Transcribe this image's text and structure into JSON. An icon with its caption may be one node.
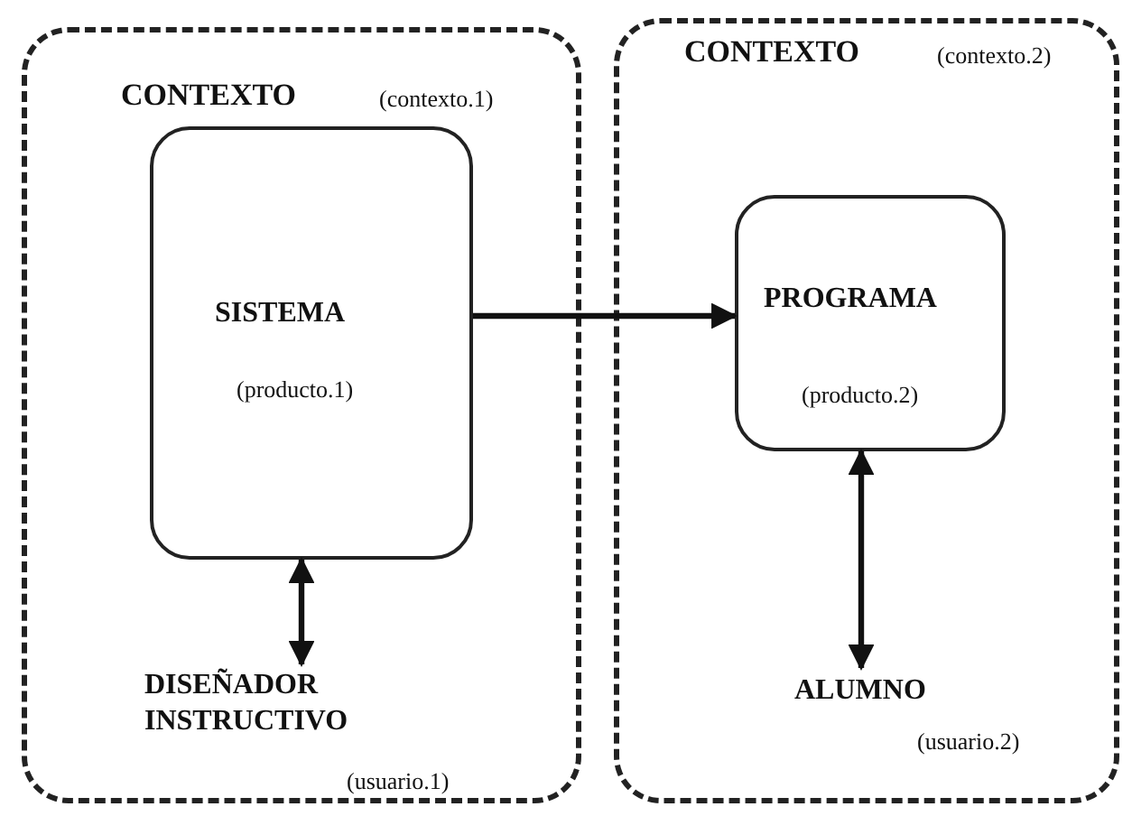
{
  "diagram": {
    "nodes": [
      {
        "text": [
          "CONTEXTO",
          "(contexto.1)"
        ]
      },
      {
        "text": [
          "SISTEMA",
          "(producto.1)"
        ],
        "in": 0
      },
      {
        "text": [
          "DISEÑADOR INSTRUCTIVO",
          "(usuario.1)"
        ],
        "in": 0
      },
      {
        "text": [
          "CONTEXTO",
          "(contexto.2)"
        ]
      },
      {
        "text": [
          "PROGRAMA",
          "(producto.2)"
        ],
        "in": 3
      },
      {
        "text": [
          "ALUMNO",
          "(usuario.2)"
        ],
        "in": 3
      }
    ],
    "edges": [
      {
        "from": 1,
        "to": 4,
        "arrow": "to"
      },
      {
        "from": 1,
        "to": 2,
        "arrow": "both"
      },
      {
        "from": 4,
        "to": 5,
        "arrow": "both"
      }
    ]
  }
}
